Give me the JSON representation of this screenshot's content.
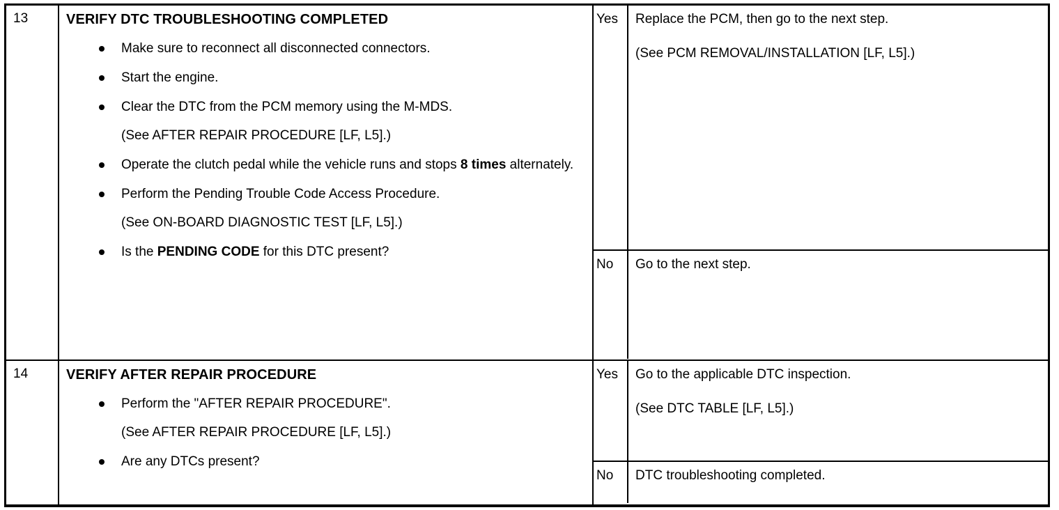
{
  "table": {
    "rows": [
      {
        "step": "13",
        "title": "VERIFY DTC TROUBLESHOOTING COMPLETED",
        "bullets": [
          {
            "text": "Make sure to reconnect all disconnected connectors."
          },
          {
            "text": "Start the engine."
          },
          {
            "text": "Clear the DTC from the PCM memory using the M-MDS.",
            "note": "(See AFTER REPAIR PROCEDURE [LF, L5].)"
          },
          {
            "pre": "Operate the clutch pedal while the vehicle runs and stops ",
            "bold": "8 times",
            "post": " alternately."
          },
          {
            "text": "Perform the Pending Trouble Code Access Procedure.",
            "note": "(See ON-BOARD DIAGNOSTIC TEST [LF, L5].)"
          },
          {
            "pre": "Is the ",
            "bold": "PENDING CODE",
            "post": " for this DTC present?"
          }
        ],
        "answers": [
          {
            "key": "Yes",
            "text": "Replace the PCM, then go to the next step.",
            "note": "(See PCM REMOVAL/INSTALLATION [LF, L5].)"
          },
          {
            "key": "No",
            "text": "Go to the next step.",
            "note": ""
          }
        ]
      },
      {
        "step": "14",
        "title": "VERIFY AFTER REPAIR PROCEDURE",
        "bullets": [
          {
            "text": "Perform the \"AFTER REPAIR PROCEDURE\".",
            "note": "(See AFTER REPAIR PROCEDURE [LF, L5].)"
          },
          {
            "text": "Are any DTCs present?"
          }
        ],
        "answers": [
          {
            "key": "Yes",
            "text": "Go to the applicable DTC inspection.",
            "note": "(See DTC TABLE [LF, L5].)"
          },
          {
            "key": "No",
            "text": "DTC troubleshooting completed.",
            "note": ""
          }
        ]
      }
    ]
  }
}
